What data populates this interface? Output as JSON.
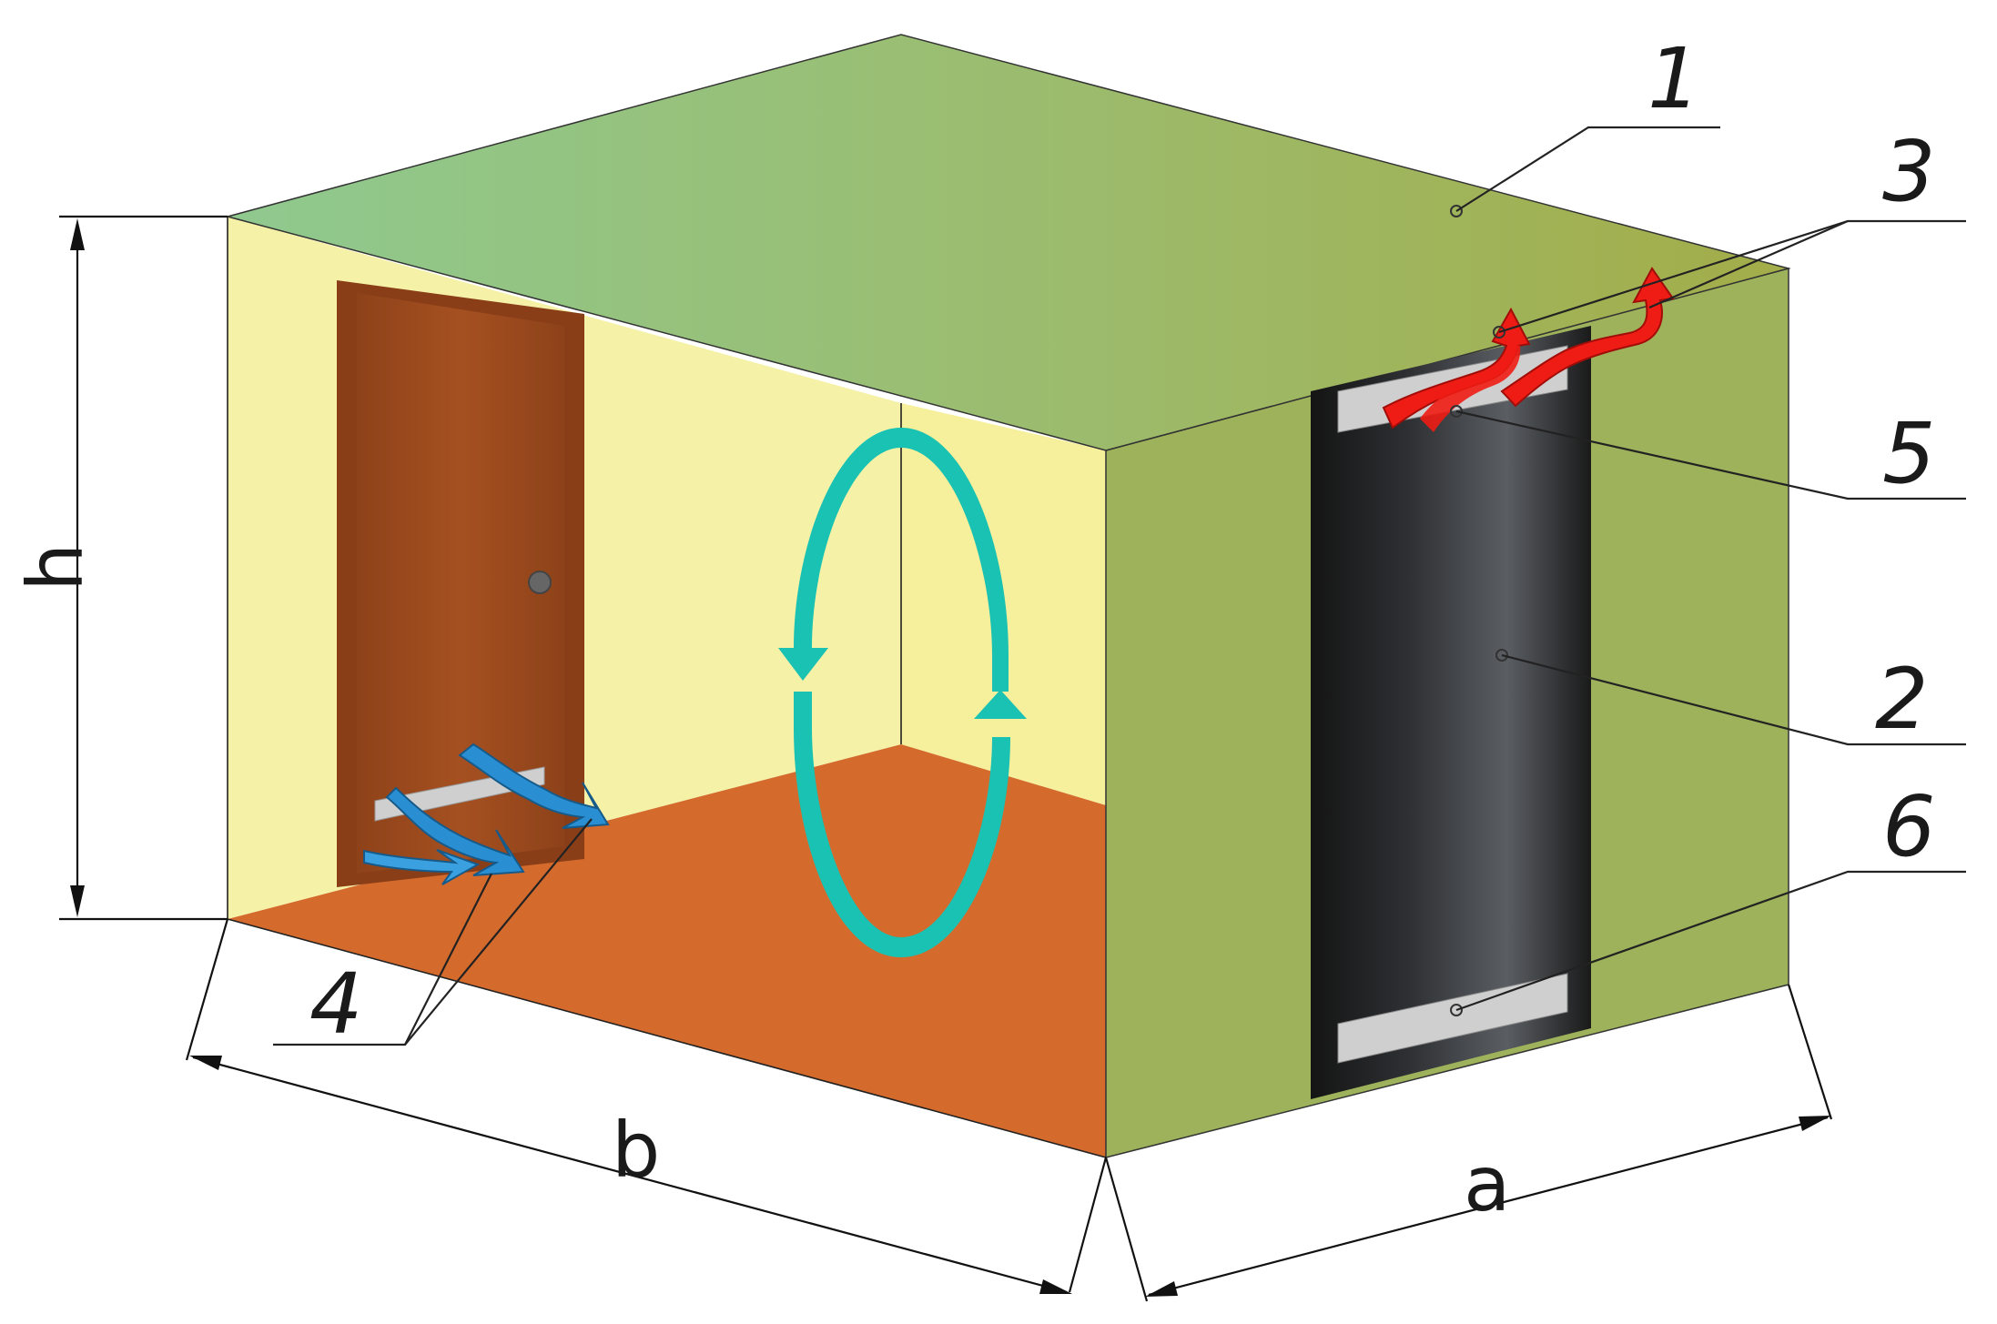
{
  "labels": {
    "ceiling": "1",
    "heater": "2",
    "warm_flow": "3",
    "cold_flow": "4",
    "top_grille": "5",
    "bottom_grille": "6"
  },
  "dimensions": {
    "height": "h",
    "width": "b",
    "depth": "a"
  },
  "colors": {
    "ceiling_left": "#8fc98f",
    "ceiling_right": "#a3ad49",
    "back_wall": "#f5f2a8",
    "left_wall": "#f7f09a",
    "floor": "#d46a2c",
    "front_wall": "#9db25a",
    "door": "#a55021",
    "heater_dark": "#141414",
    "heater_light": "#5a5e63",
    "grille": "#cfcfcf",
    "warm_arrow": "#ee1c14",
    "cold_arrow": "#2a8fd2",
    "circulation_arrow": "#19c2b3"
  },
  "icons": {
    "warm_flow": "wavy-arrow-icon",
    "cold_flow": "wavy-arrow-icon",
    "circulation": "circular-arrows-icon"
  }
}
